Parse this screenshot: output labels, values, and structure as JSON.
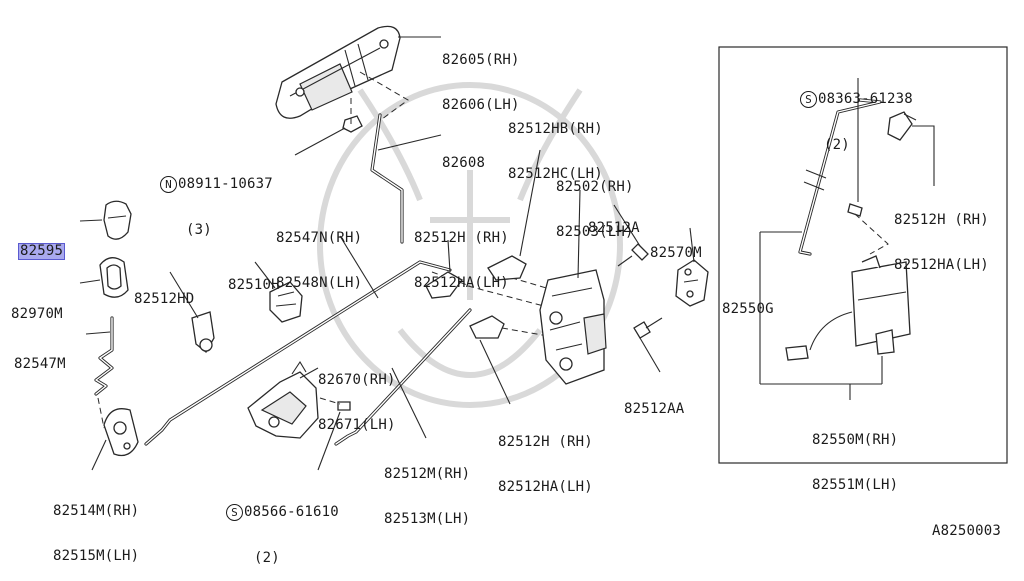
{
  "figure_code": "A8250003",
  "labels": {
    "l82605": [
      "82605(RH)",
      "82606(LH)"
    ],
    "l08911": [
      "08911-10637",
      "(3)"
    ],
    "l08911_sym": "N",
    "l82608": [
      "82608"
    ],
    "l82595": [
      "82595"
    ],
    "l82547N": [
      "82547N(RH)",
      "82548N(LH)"
    ],
    "l82970M": [
      "82970M"
    ],
    "l82512HD": [
      "82512HD"
    ],
    "l82510H": [
      "82510H"
    ],
    "l82547M": [
      "82547M"
    ],
    "l82670": [
      "82670(RH)",
      "82671(LH)"
    ],
    "l82514M": [
      "82514M(RH)",
      "82515M(LH)"
    ],
    "l08566": [
      "08566-61610",
      "(2)"
    ],
    "l08566_sym": "S",
    "l82512M": [
      "82512M(RH)",
      "82513M(LH)"
    ],
    "l82512HB": [
      "82512HB(RH)",
      "82512HC(LH)"
    ],
    "l82512H_mid": [
      "82512H (RH)",
      "82512HA(LH)"
    ],
    "l82502": [
      "82502(RH)",
      "82503(LH)"
    ],
    "l82512A": [
      "82512A"
    ],
    "l82570M": [
      "82570M"
    ],
    "l82512H_low": [
      "82512H (RH)",
      "82512HA(LH)"
    ],
    "l82512AA": [
      "82512AA"
    ],
    "l08363": [
      "08363-61238",
      "(2)"
    ],
    "l08363_sym": "S",
    "l82512H_box": [
      "82512H (RH)",
      "82512HA(LH)"
    ],
    "l82550G": [
      "82550G"
    ],
    "l82550M": [
      "82550M(RH)",
      "82551M(LH)"
    ]
  }
}
